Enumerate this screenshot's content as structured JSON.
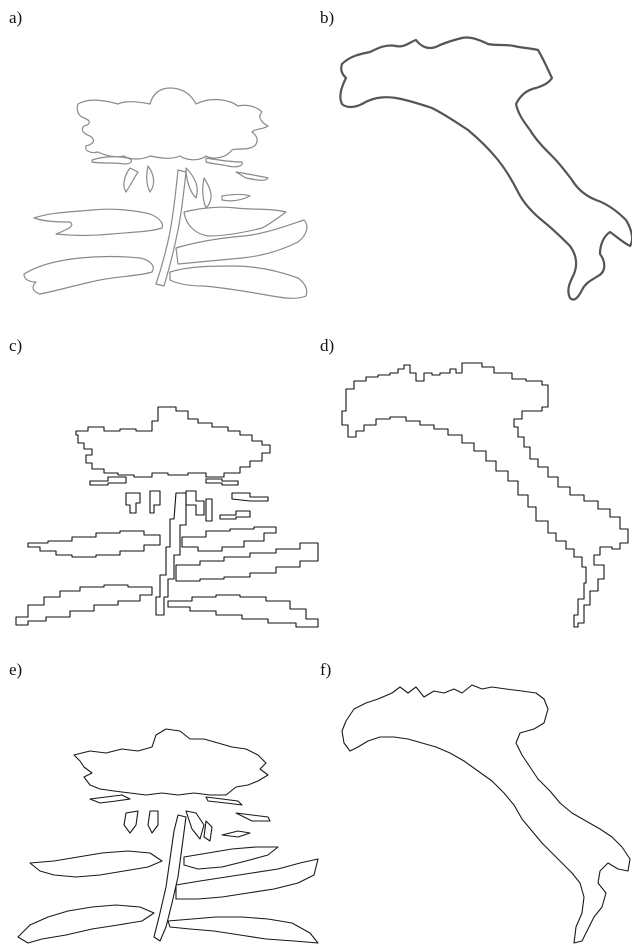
{
  "panels": {
    "a": {
      "label": "a)",
      "subject": "plant",
      "style": "smooth-gray"
    },
    "b": {
      "label": "b)",
      "subject": "italy",
      "style": "thick-dark"
    },
    "c": {
      "label": "c)",
      "subject": "plant",
      "style": "stair"
    },
    "d": {
      "label": "d)",
      "subject": "italy",
      "style": "stair"
    },
    "e": {
      "label": "e)",
      "subject": "plant",
      "style": "poly"
    },
    "f": {
      "label": "f)",
      "subject": "italy",
      "style": "poly"
    }
  }
}
